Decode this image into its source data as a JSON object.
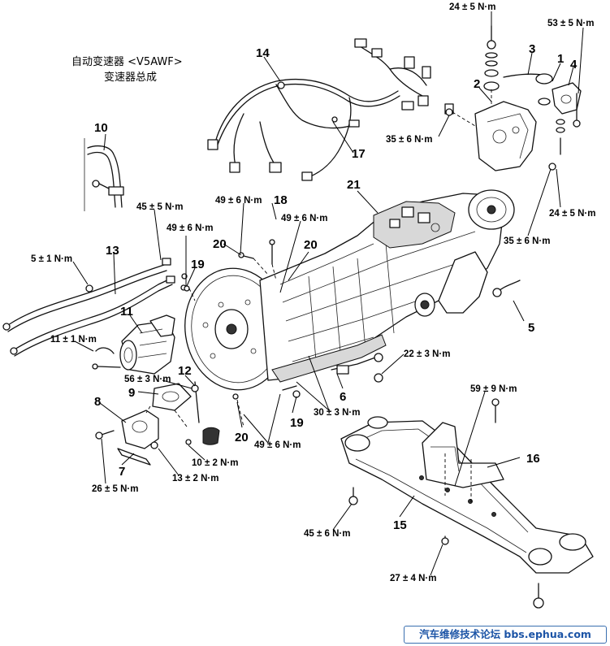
{
  "title": {
    "line1": "自动变速器 <V5AWF>",
    "line2": "变速器总成"
  },
  "callouts": [
    "1",
    "2",
    "3",
    "4",
    "5",
    "6",
    "7",
    "8",
    "9",
    "10",
    "11",
    "12",
    "13",
    "14",
    "15",
    "16",
    "17",
    "18",
    "19",
    "19",
    "20",
    "20",
    "20",
    "21"
  ],
  "torques": {
    "t_24_top": "24 ± 5 N·m",
    "t_53": "53 ± 5 N·m",
    "t_35_a": "35 ± 6 N·m",
    "t_24_b": "24 ± 5 N·m",
    "t_35_b": "35 ± 6 N·m",
    "t_45_a": "45 ± 5 N·m",
    "t_49_a": "49 ± 6 N·m",
    "t_49_b": "49 ± 6 N·m",
    "t_49_c": "49 ± 6 N·m",
    "t_5": "5 ± 1 N·m",
    "t_11": "11 ± 1 N·m",
    "t_22": "22 ± 3 N·m",
    "t_56": "56 ± 3 N·m",
    "t_59": "59 ± 9 N·m",
    "t_30": "30 ± 3 N·m",
    "t_49_d": "49 ± 6 N·m",
    "t_10": "10 ± 2 N·m",
    "t_13": "13 ± 2 N·m",
    "t_26": "26 ± 5 N·m",
    "t_45_b": "45 ± 6 N·m",
    "t_27": "27 ± 4 N·m"
  },
  "watermark": "汽车维修技术论坛 bbs.ephua.com"
}
